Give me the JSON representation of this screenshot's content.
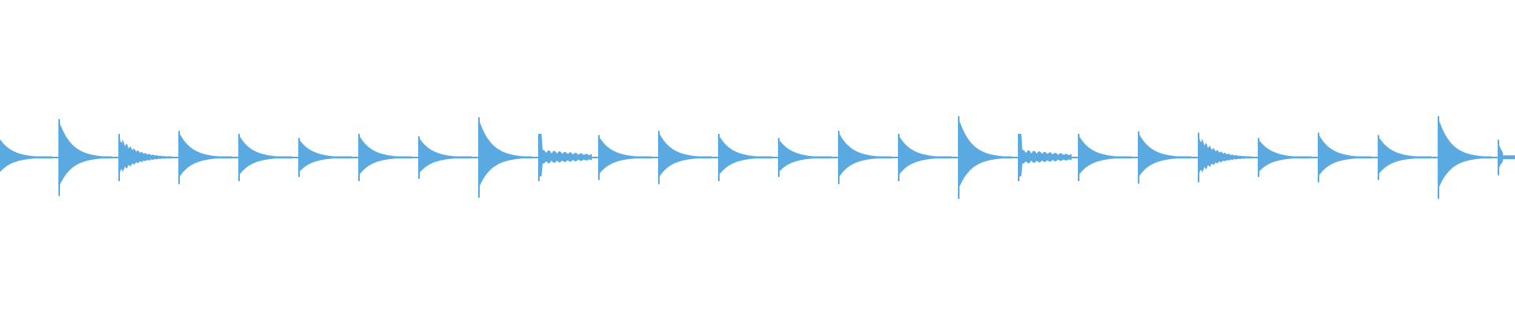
{
  "waveform": {
    "color": "#5aa9e0",
    "hits": [
      {
        "amplitude": 0.35,
        "pattern": "decay"
      },
      {
        "amplitude": 0.65,
        "pattern": "decay"
      },
      {
        "amplitude": 0.4,
        "pattern": "buzz"
      },
      {
        "amplitude": 0.45,
        "pattern": "decay"
      },
      {
        "amplitude": 0.4,
        "pattern": "decay"
      },
      {
        "amplitude": 0.33,
        "pattern": "decay"
      },
      {
        "amplitude": 0.4,
        "pattern": "decay"
      },
      {
        "amplitude": 0.36,
        "pattern": "decay"
      },
      {
        "amplitude": 0.68,
        "pattern": "decay"
      },
      {
        "amplitude": 0.4,
        "pattern": "ripple"
      },
      {
        "amplitude": 0.38,
        "pattern": "decay"
      },
      {
        "amplitude": 0.45,
        "pattern": "decay"
      },
      {
        "amplitude": 0.4,
        "pattern": "decay"
      },
      {
        "amplitude": 0.33,
        "pattern": "decay"
      },
      {
        "amplitude": 0.45,
        "pattern": "decay"
      },
      {
        "amplitude": 0.4,
        "pattern": "decay"
      },
      {
        "amplitude": 0.7,
        "pattern": "decay"
      },
      {
        "amplitude": 0.4,
        "pattern": "ripple"
      },
      {
        "amplitude": 0.4,
        "pattern": "decay"
      },
      {
        "amplitude": 0.44,
        "pattern": "decay"
      },
      {
        "amplitude": 0.42,
        "pattern": "buzz"
      },
      {
        "amplitude": 0.33,
        "pattern": "decay"
      },
      {
        "amplitude": 0.42,
        "pattern": "decay"
      },
      {
        "amplitude": 0.38,
        "pattern": "decay"
      },
      {
        "amplitude": 0.7,
        "pattern": "decay"
      },
      {
        "amplitude": 0.3,
        "pattern": "short"
      }
    ]
  }
}
